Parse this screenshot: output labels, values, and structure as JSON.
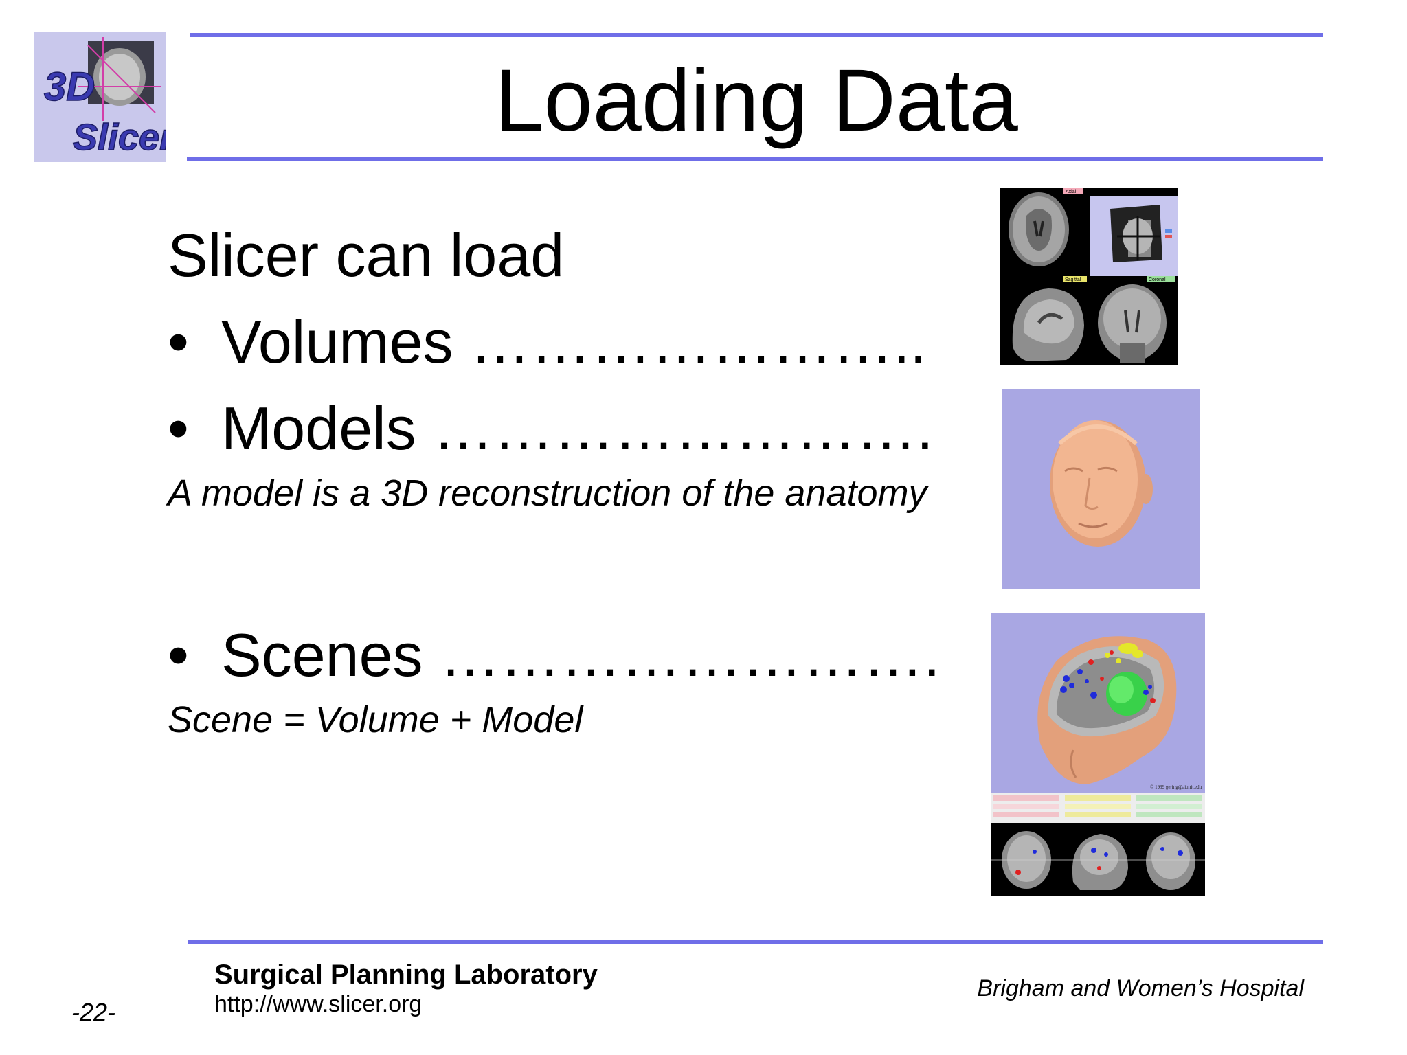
{
  "logo": {
    "line1": "3D",
    "line2": "Slicer"
  },
  "title": "Loading Data",
  "intro": "Slicer can load",
  "bullets": [
    {
      "label": "Volumes",
      "leader": "………………….."
    },
    {
      "label": "Models",
      "leader": "……………………."
    },
    {
      "label": "Scenes",
      "leader": "……………………."
    }
  ],
  "notes": {
    "model": "A model is a 3D reconstruction of the anatomy",
    "scene": "Scene = Volume + Model"
  },
  "scene_copyright": "© 1999 gering@ai.mit.edu",
  "mri_view_labels": {
    "axial": "Axial",
    "sagittal": "Sagittal",
    "coronal": "Coronal"
  },
  "footer": {
    "lab": "Surgical Planning Laboratory",
    "url": "http://www.slicer.org",
    "hospital": "Brigham and Women’s Hospital",
    "page": "-22-"
  },
  "colors": {
    "rule": "#6f6ee8",
    "model_bg": "#a9a7e3",
    "skin": "#f0b48d"
  }
}
